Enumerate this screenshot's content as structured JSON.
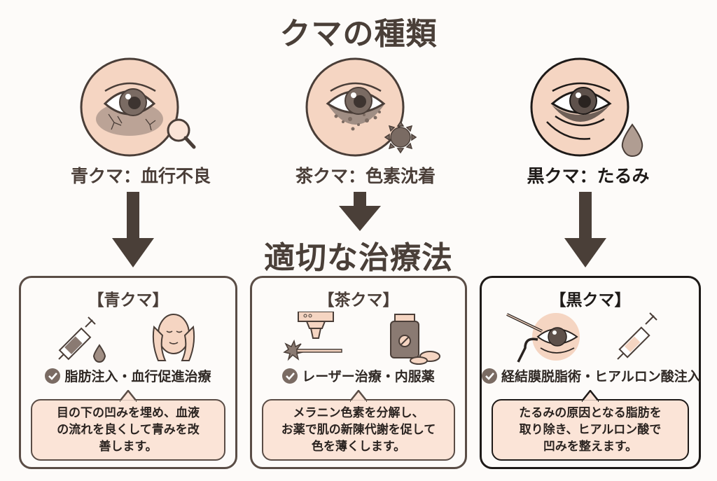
{
  "header": {
    "title": "クマの種類"
  },
  "types": [
    {
      "name": "青クマ",
      "cause": "血行不良",
      "label": "青クマ：血行不良",
      "icon": "magnifier-icon"
    },
    {
      "name": "茶クマ",
      "cause": "色素沈着",
      "label": "茶クマ：色素沈着",
      "icon": "sun-icon"
    },
    {
      "name": "黒クマ",
      "cause": "たるみ",
      "label": "黒クマ：たるみ",
      "icon": "drop-icon"
    }
  ],
  "section": {
    "title": "適切な治療法"
  },
  "cards": [
    {
      "title": "【青クマ】",
      "icons": [
        "syringe-icon",
        "face-massage-icon"
      ],
      "treatment": "脂肪注入・血行促進治療",
      "description_lines": [
        "目の下の凹みを埋め、血液",
        "の流れを良くして青みを改",
        "善します。"
      ]
    },
    {
      "title": "【茶クマ】",
      "icons": [
        "laser-icon",
        "medicine-bottle-icon"
      ],
      "treatment": "レーザー治療・内服薬",
      "description_lines": [
        "メラニン色素を分解し、",
        "お薬で肌の新陳代謝を促して",
        "色を薄くします。"
      ]
    },
    {
      "title": "【黒クマ】",
      "icons": [
        "eye-surgery-icon",
        "syringe-icon"
      ],
      "treatment": "経結膜脱脂術・ヒアルロン酸注入",
      "description_lines": [
        "たるみの原因となる脂肪を",
        "取り除き、ヒアルロン酸で",
        "凹みを整えます。"
      ]
    }
  ],
  "colors": {
    "primary": "#4a3f38",
    "skin": "#f5d5c2",
    "bubble": "#fbe4d7",
    "dark": "#1e1a18",
    "iris": "#7a6b63"
  }
}
